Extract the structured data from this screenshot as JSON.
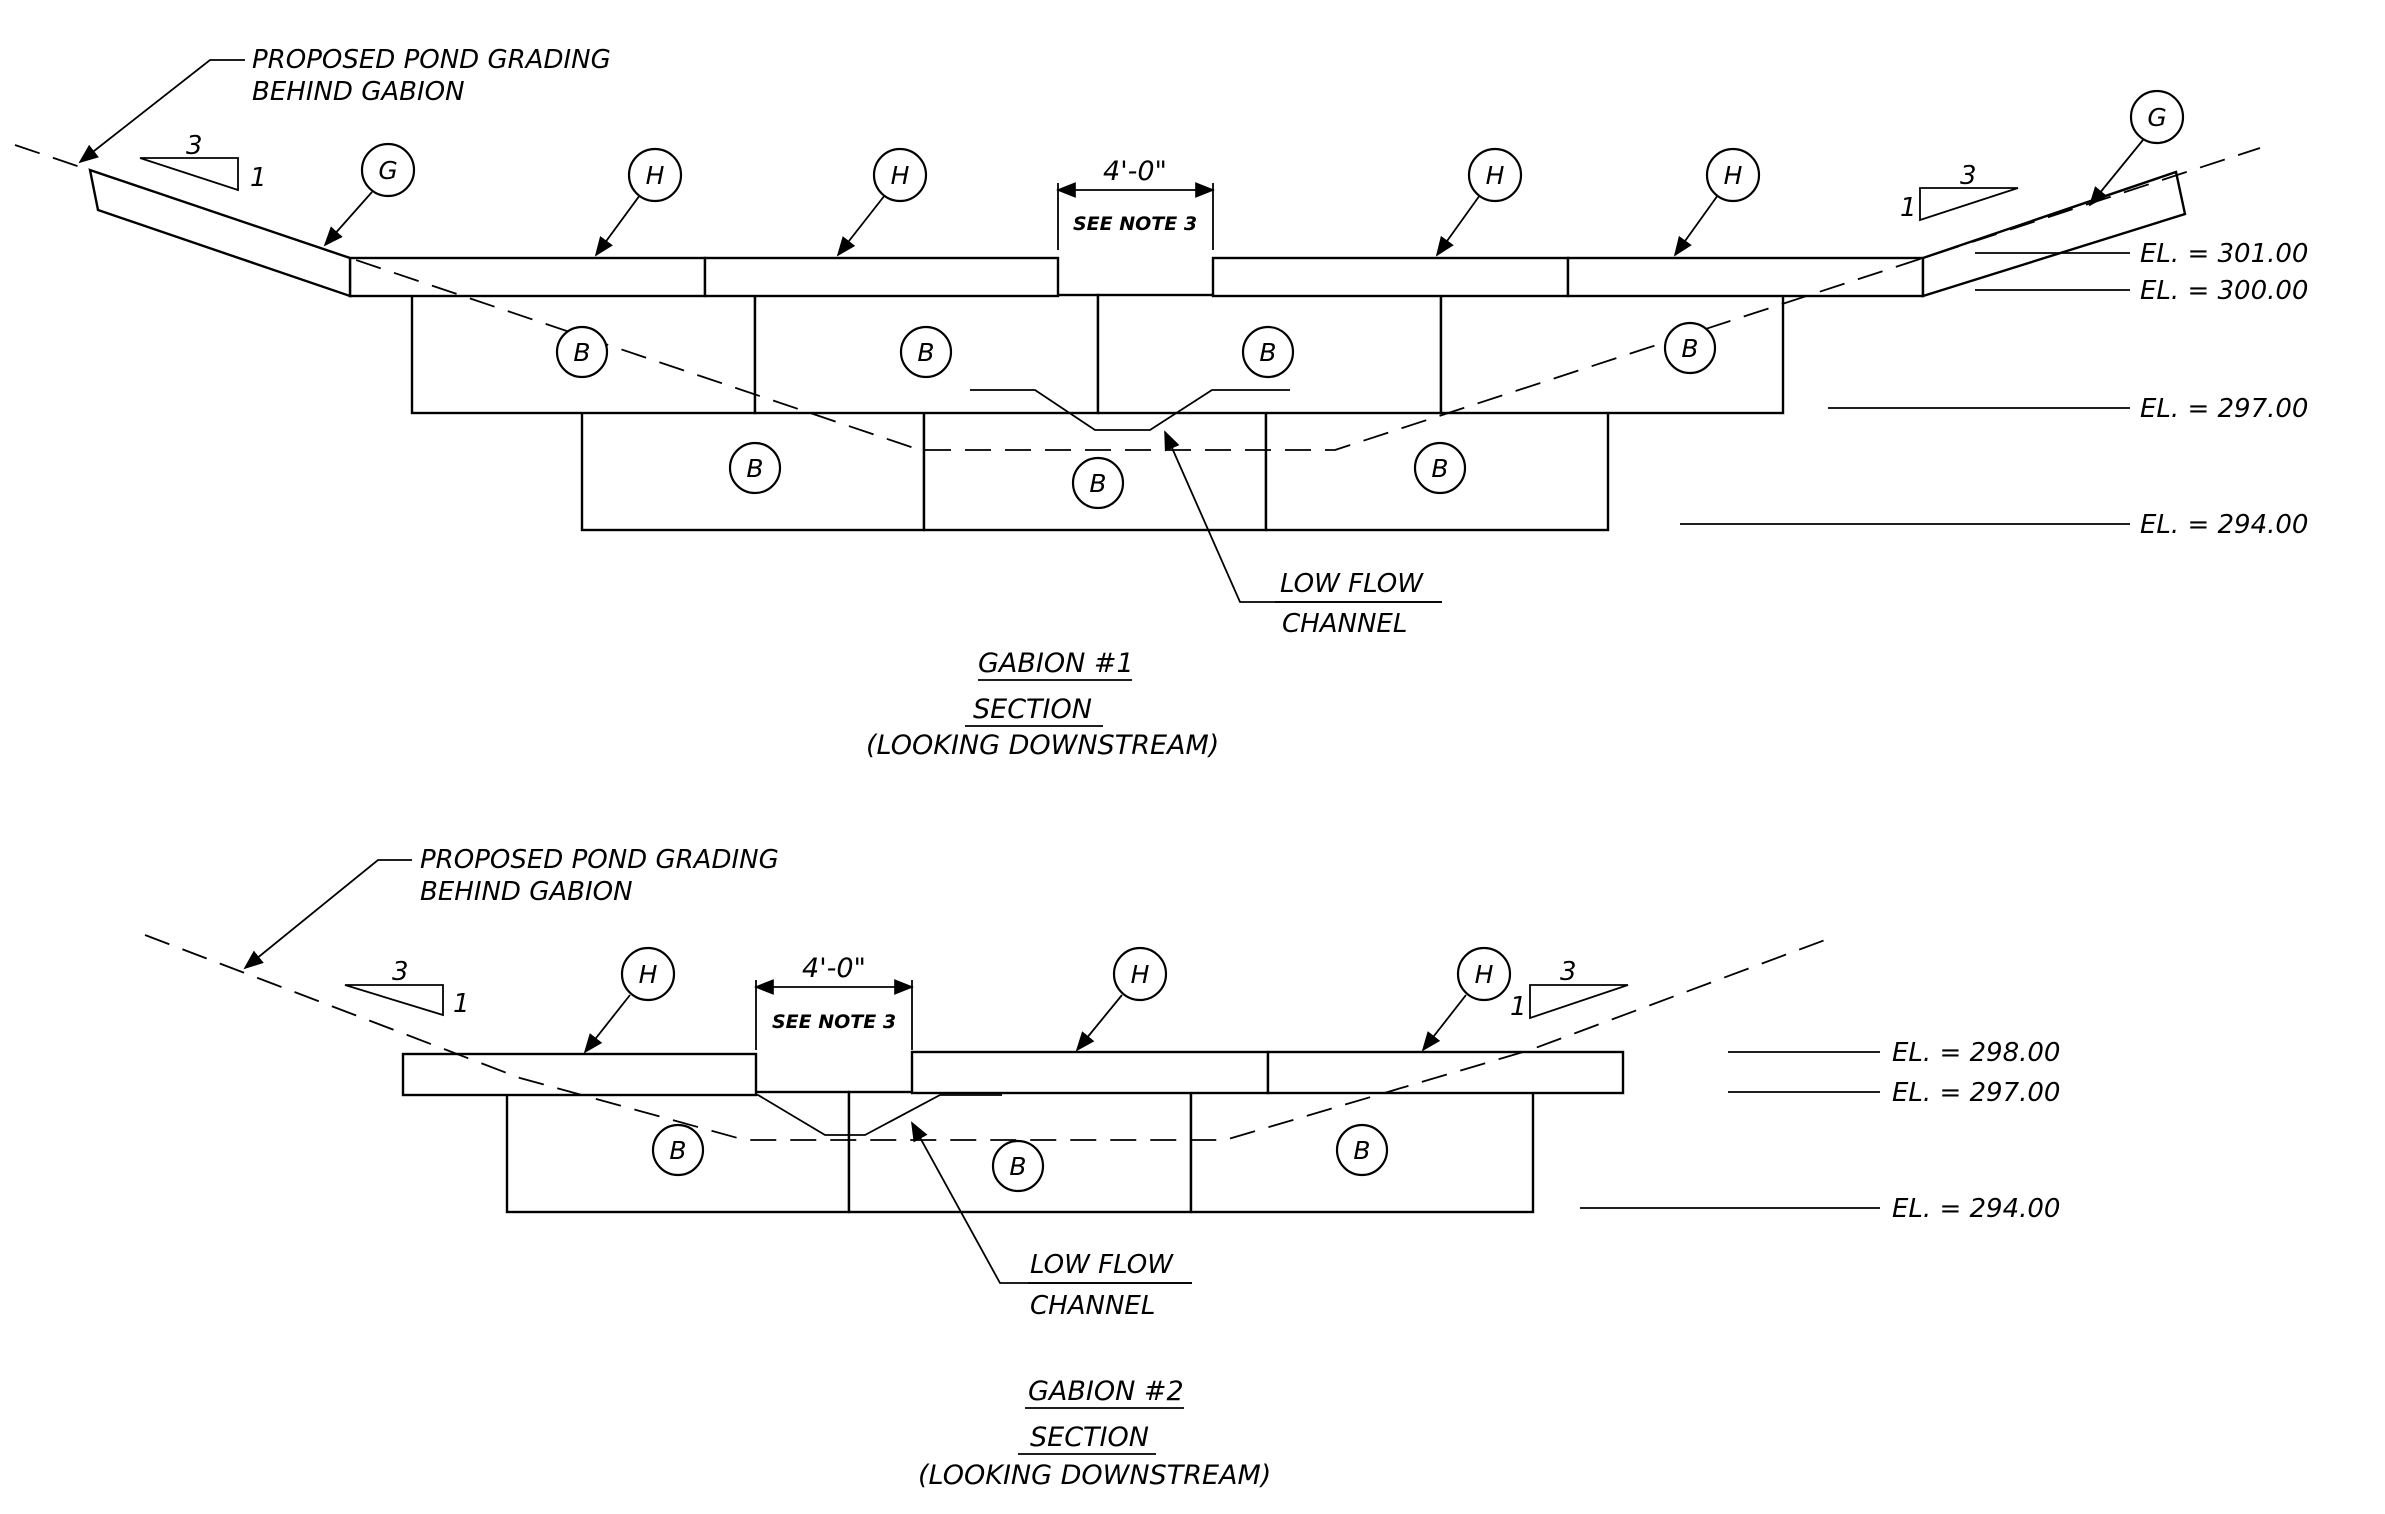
{
  "gabion1": {
    "grading_note": [
      "PROPOSED POND GRADING",
      "BEHIND GABION"
    ],
    "slope_left": {
      "run": "3",
      "rise": "1"
    },
    "slope_right": {
      "run": "3",
      "rise": "1"
    },
    "tag_g": "G",
    "tag_h": "H",
    "tag_b": "B",
    "dimension": "4'-0\"",
    "dimension_note": "SEE NOTE 3",
    "elevations": [
      "EL. = 301.00",
      "EL. = 300.00",
      "EL. = 297.00",
      "EL. = 294.00"
    ],
    "channel_label": [
      "LOW FLOW",
      "CHANNEL"
    ],
    "title": "GABION #1",
    "subtitle": "SECTION",
    "view": "(LOOKING DOWNSTREAM)"
  },
  "gabion2": {
    "grading_note": [
      "PROPOSED POND GRADING",
      "BEHIND GABION"
    ],
    "slope_left": {
      "run": "3",
      "rise": "1"
    },
    "slope_right": {
      "run": "3",
      "rise": "1"
    },
    "tag_h": "H",
    "tag_b": "B",
    "dimension": "4'-0\"",
    "dimension_note": "SEE NOTE 3",
    "elevations": [
      "EL. = 298.00",
      "EL. = 297.00",
      "EL. = 294.00"
    ],
    "channel_label": [
      "LOW FLOW",
      "CHANNEL"
    ],
    "title": "GABION #2",
    "subtitle": "SECTION",
    "view": "(LOOKING DOWNSTREAM)"
  }
}
